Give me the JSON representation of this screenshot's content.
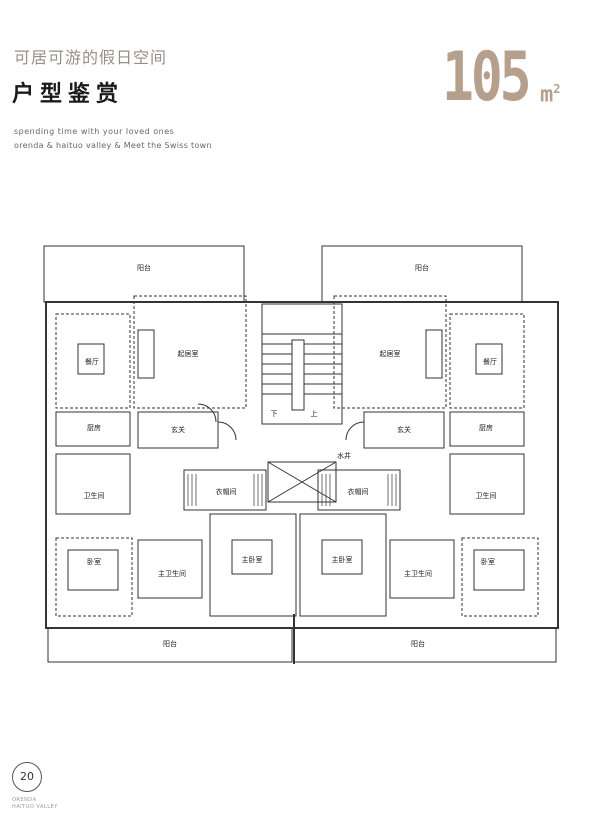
{
  "header": {
    "subtitle": "可居可游的假日空间",
    "title": "户型鉴赏",
    "area_number": "105",
    "area_unit": "m",
    "area_exp": "2",
    "tagline1": "spending time with your loved ones",
    "tagline2": "orenda & haituo valley & Meet the Swiss town"
  },
  "plan": {
    "rooms": {
      "balcony": "阳台",
      "living": "起居室",
      "dining": "餐厅",
      "kitchen": "厨房",
      "foyer": "玄关",
      "bathroom": "卫生间",
      "cloakroom": "衣帽间",
      "master_bedroom": "主卧室",
      "master_bath": "主卫生间",
      "bedroom": "卧室",
      "water_well": "水井",
      "up": "上",
      "down": "下"
    }
  },
  "footer": {
    "page_number": "20",
    "brand_line1": "ORENDA",
    "brand_line2": "HAITUO VALLEY"
  }
}
